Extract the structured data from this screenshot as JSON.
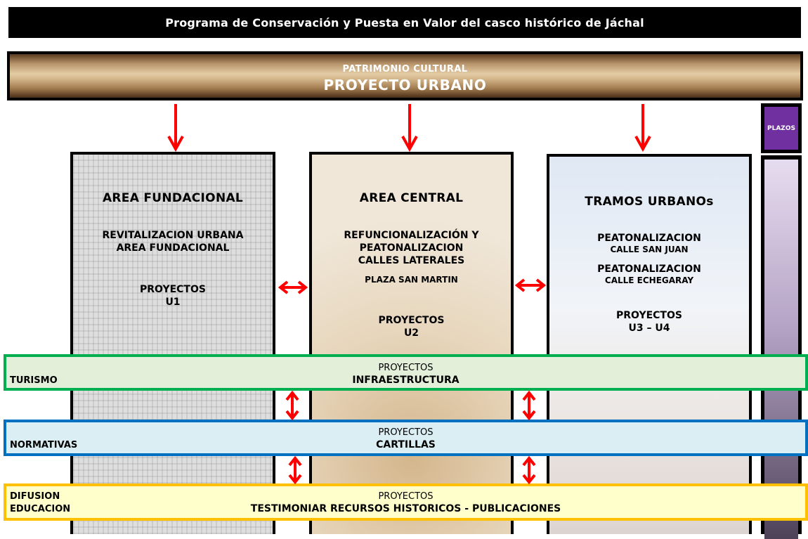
{
  "title": "Programa de Conservación y Puesta en Valor del casco histórico de Jáchal",
  "header": {
    "subtitle": "PATRIMONIO CULTURAL",
    "title": "PROYECTO URBANO"
  },
  "plazos": {
    "label": "PLAZOS",
    "color": "#7030a0"
  },
  "columns": [
    {
      "title": "AREA FUNDACIONAL",
      "lines": [
        "REVITALIZACION URBANA",
        "AREA FUNDACIONAL"
      ],
      "projects_label": "PROYECTOS",
      "projects_code": "U1"
    },
    {
      "title": "AREA CENTRAL",
      "lines": [
        "REFUNCIONALIZACIÓN Y",
        "PEATONALIZACION",
        "CALLES LATERALES"
      ],
      "extra": "PLAZA SAN MARTIN",
      "projects_label": "PROYECTOS",
      "projects_code": "U2"
    },
    {
      "title": "TRAMOS URBANOs",
      "items": [
        {
          "main": "PEATONALIZACION",
          "sub": "CALLE SAN JUAN"
        },
        {
          "main": "PEATONALIZACION",
          "sub": "CALLE ECHEGARAY"
        }
      ],
      "projects_label": "PROYECTOS",
      "projects_code": "U3 – U4"
    }
  ],
  "bands": [
    {
      "label": [
        "TURISMO"
      ],
      "top": "PROYECTOS",
      "main": "INFRAESTRUCTURA",
      "border_color": "#00b050",
      "fill": "#e3efd9"
    },
    {
      "label": [
        "NORMATIVAS"
      ],
      "top": "PROYECTOS",
      "main": "CARTILLAS",
      "border_color": "#0070c0",
      "fill": "#daeef3"
    },
    {
      "label": [
        "DIFUSION",
        "EDUCACION"
      ],
      "top": "PROYECTOS",
      "main": "TESTIMONIAR RECURSOS HISTORICOS  -  PUBLICACIONES",
      "border_color": "#ffc000",
      "fill": "#ffffcc"
    }
  ],
  "arrow_color": "#ff0000"
}
